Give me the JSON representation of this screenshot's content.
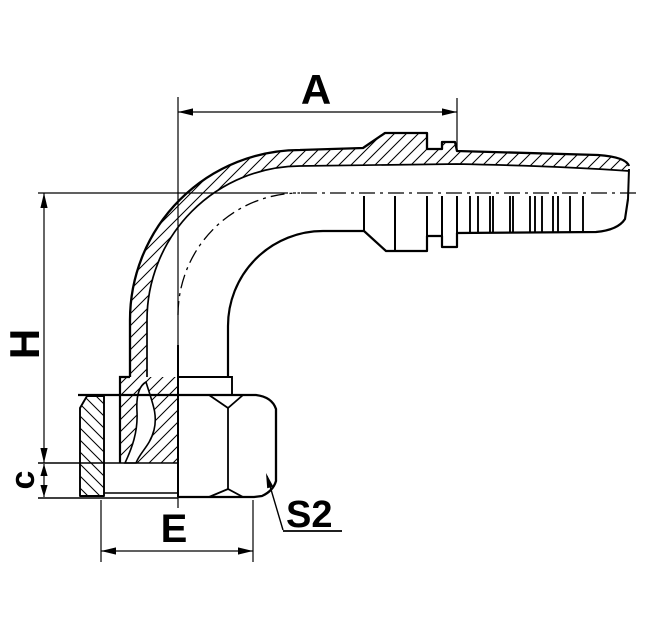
{
  "meta": {
    "description": "Engineering line drawing of a 90-degree elbow hydraulic hose fitting shown in half-section with hatching, hex nut at bottom and barbed hose tail at right",
    "background_color": "#ffffff",
    "line_color": "#000000"
  },
  "dimensions": {
    "a": {
      "label": "A"
    },
    "h": {
      "label": "H"
    },
    "c": {
      "label": "c"
    },
    "e": {
      "label": "E"
    },
    "s2": {
      "label": "S2"
    }
  }
}
